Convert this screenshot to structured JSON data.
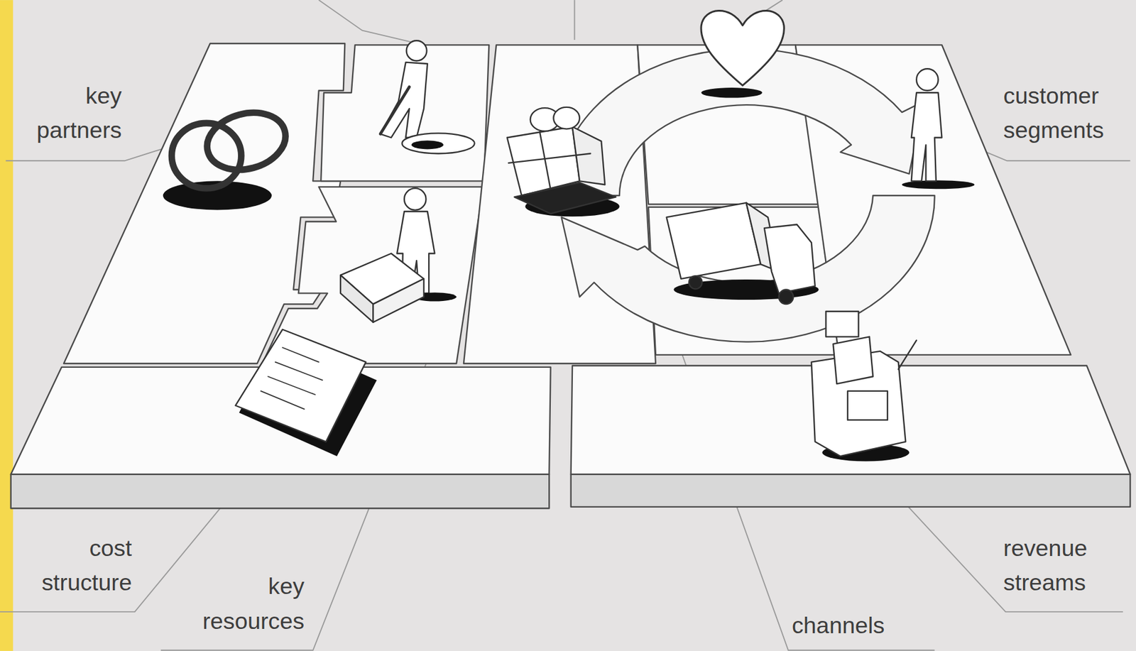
{
  "diagram": {
    "labels": [
      "key partners",
      "customer segments",
      "cost structure",
      "key resources",
      "revenue streams",
      "channels"
    ]
  }
}
